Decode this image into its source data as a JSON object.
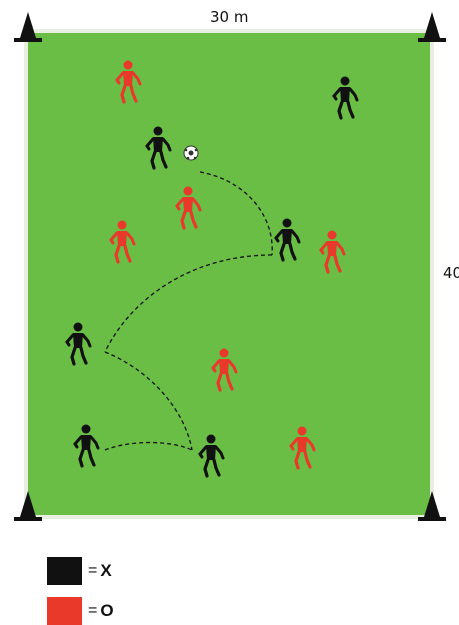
{
  "field": {
    "width_label": "30 m",
    "height_label": "40",
    "color": "#6abd45",
    "border_color": "#e8efe0"
  },
  "team_x_color": "#111111",
  "team_o_color": "#e8392b",
  "players": [
    {
      "team": "o",
      "id": "o1"
    },
    {
      "team": "x",
      "id": "x1"
    },
    {
      "team": "x",
      "id": "x2",
      "has_ball": true
    },
    {
      "team": "o",
      "id": "o2"
    },
    {
      "team": "o",
      "id": "o3"
    },
    {
      "team": "x",
      "id": "x3"
    },
    {
      "team": "o",
      "id": "o4"
    },
    {
      "team": "x",
      "id": "x4"
    },
    {
      "team": "o",
      "id": "o5"
    },
    {
      "team": "x",
      "id": "x5"
    },
    {
      "team": "x",
      "id": "x6"
    },
    {
      "team": "o",
      "id": "o6"
    }
  ],
  "legend": [
    {
      "color": "#111111",
      "equals": "=",
      "symbol": "X"
    },
    {
      "color": "#e8392b",
      "equals": "=",
      "symbol": "O"
    }
  ]
}
